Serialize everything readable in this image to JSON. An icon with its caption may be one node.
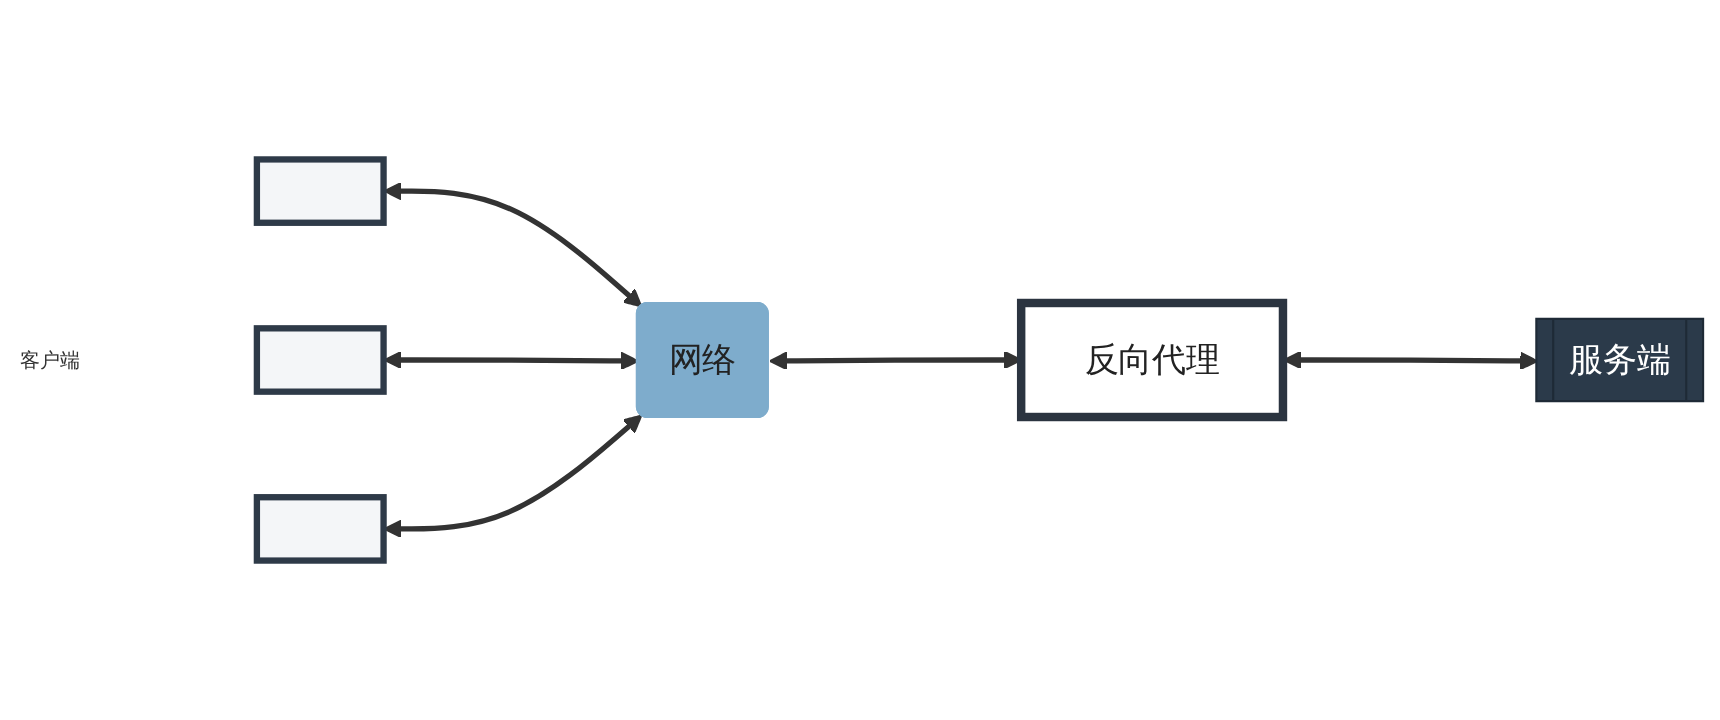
{
  "diagram": {
    "nodes": [
      {
        "text": [],
        "shape": "box"
      },
      {
        "text": [],
        "shape": "box"
      },
      {
        "text": [],
        "shape": "box"
      },
      {
        "text": [
          "网络"
        ]
      },
      {
        "text": [
          "反向代理"
        ]
      },
      {
        "text": [
          "服务端"
        ]
      }
    ],
    "edges": [
      {
        "from": 0,
        "to": 3,
        "arrow": "both"
      },
      {
        "from": 1,
        "to": 3,
        "arrow": "both"
      },
      {
        "from": 2,
        "to": 3,
        "arrow": "both"
      },
      {
        "from": 3,
        "to": 4,
        "arrow": "both"
      },
      {
        "from": 4,
        "to": 5,
        "arrow": "both"
      }
    ],
    "labels": [
      "客户端"
    ]
  }
}
